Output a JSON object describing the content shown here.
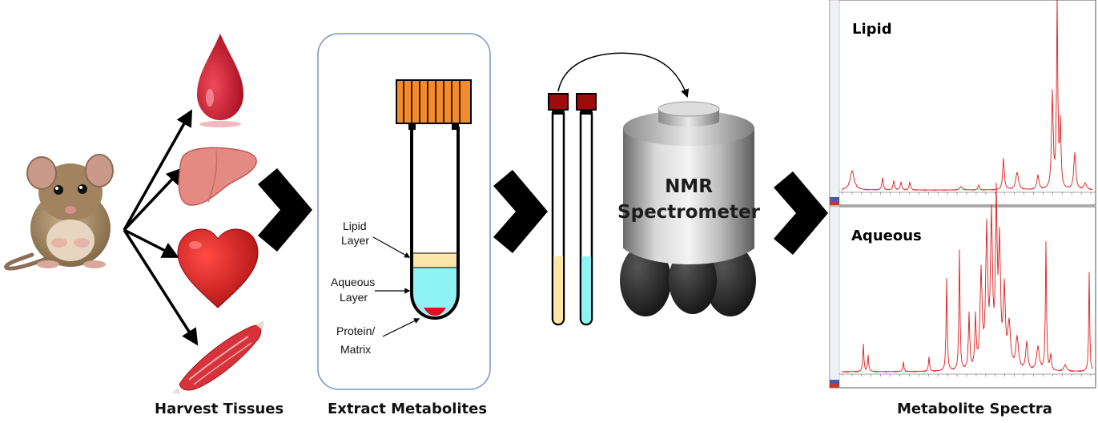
{
  "captions": {
    "harvest": "Harvest Tissues",
    "extract": "Extract Metabolites",
    "spectra": "Metabolite Spectra"
  },
  "tube_labels": {
    "lipid_1": "Lipid",
    "lipid_2": "Layer",
    "aqueous_1": "Aqueous",
    "aqueous_2": "Layer",
    "protein_1": "Protein/",
    "protein_2": "Matrix"
  },
  "nmr": {
    "line1": "NMR",
    "line2": "Spectrometer"
  },
  "spectra": {
    "lipid_title": "Lipid",
    "aqueous_title": "Aqueous"
  },
  "icons": [
    "mouse-icon",
    "blood-drop-icon",
    "liver-icon",
    "heart-icon",
    "muscle-icon",
    "chevron-right-icon",
    "sample-tube-icon",
    "nmr-tube-icon",
    "nmr-spectrometer-icon"
  ],
  "colors": {
    "blood": "#c8102e",
    "organ": "#e07a74",
    "heart": "#d4141b",
    "cap": "#f28a2e",
    "lipid_layer": "#fde7a8",
    "aqueous_layer": "#8ff3f5",
    "protein_layer": "#e01020",
    "nmr_cap": "#9b0d0d",
    "spectrum": "#e01c1c"
  }
}
